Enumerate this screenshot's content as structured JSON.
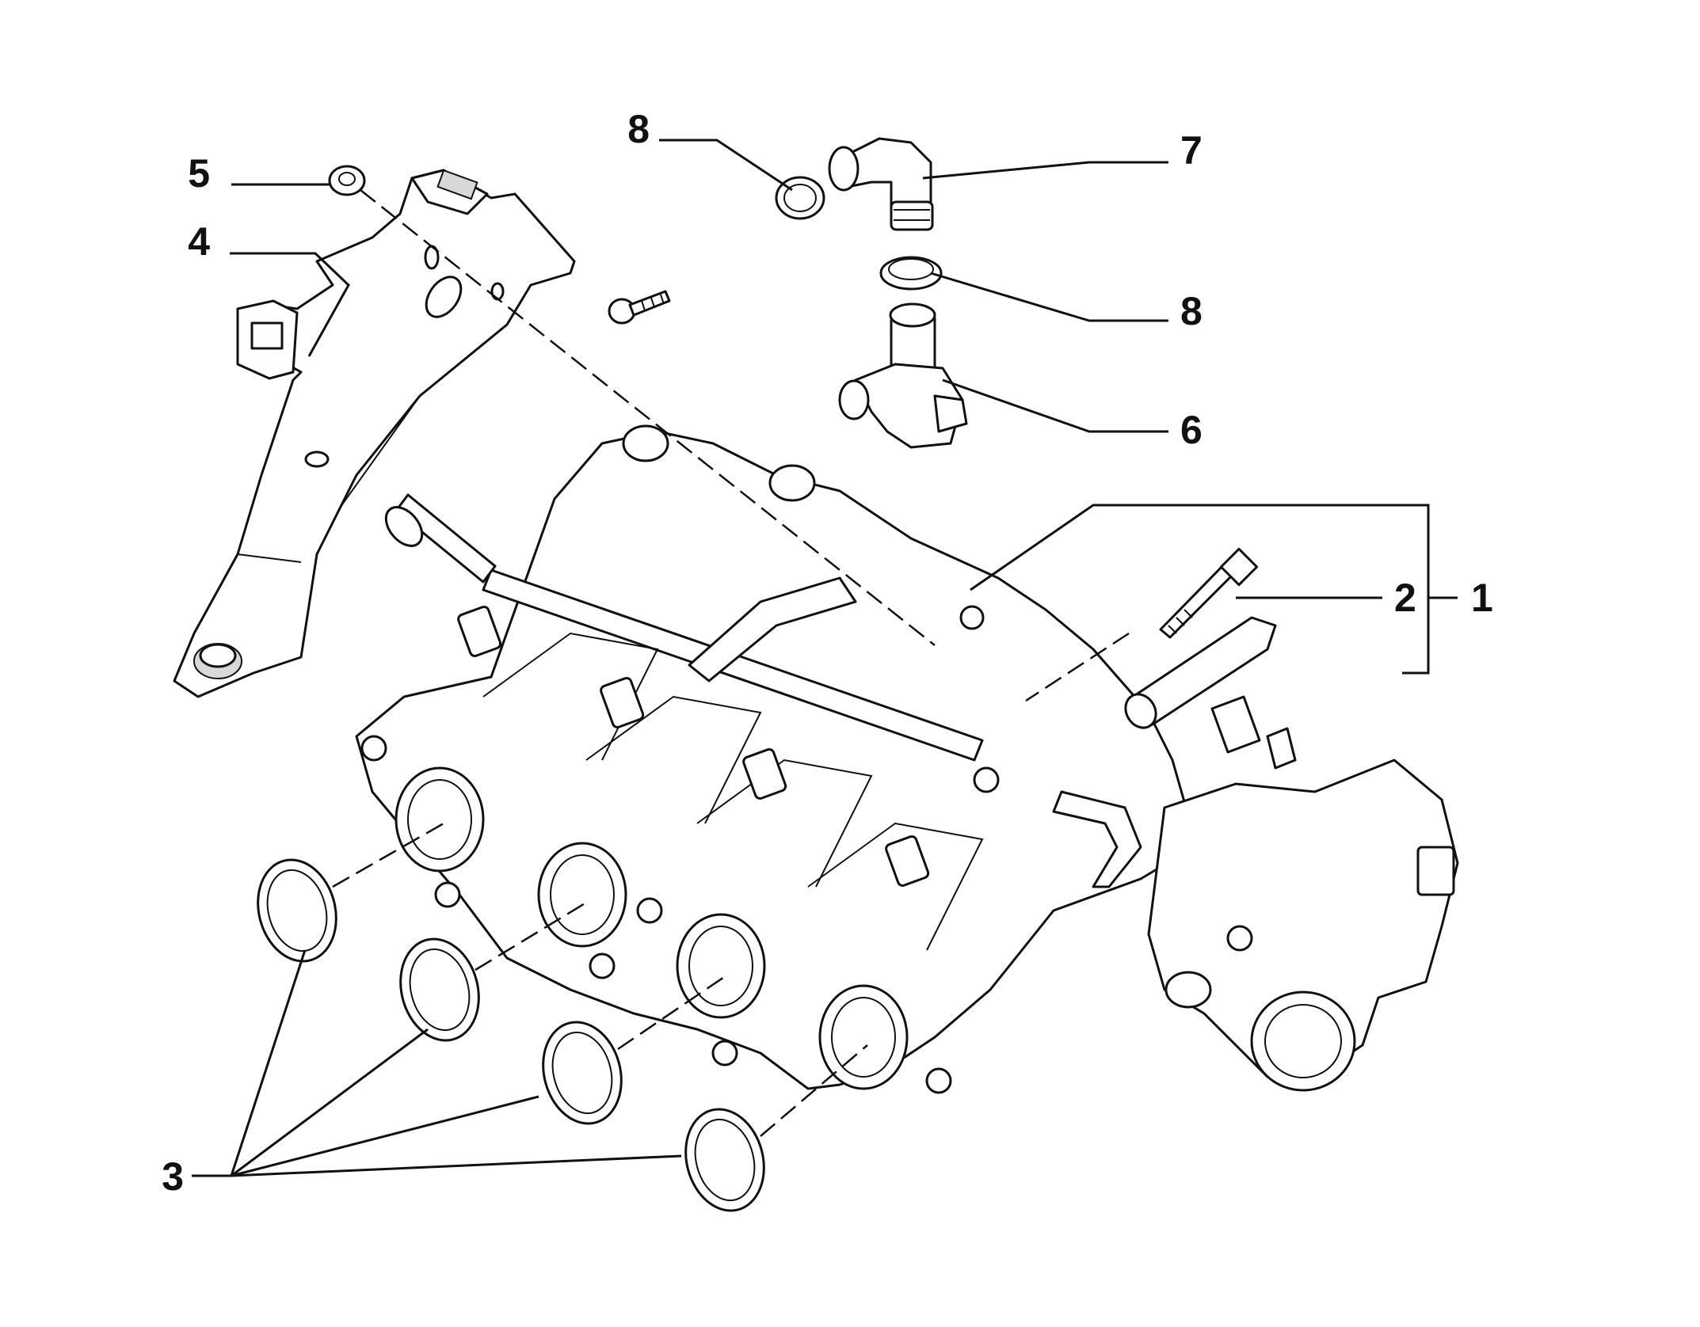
{
  "callouts": [
    {
      "id": "c1",
      "label": "1"
    },
    {
      "id": "c2",
      "label": "2"
    },
    {
      "id": "c3",
      "label": "3"
    },
    {
      "id": "c4",
      "label": "4"
    },
    {
      "id": "c5",
      "label": "5"
    },
    {
      "id": "c6",
      "label": "6"
    },
    {
      "id": "c7",
      "label": "7"
    },
    {
      "id": "c8a",
      "label": "8"
    },
    {
      "id": "c8b",
      "label": "8"
    }
  ],
  "colors": {
    "ink": "#111111",
    "background": "#ffffff",
    "shade": "#d8d8d8"
  }
}
